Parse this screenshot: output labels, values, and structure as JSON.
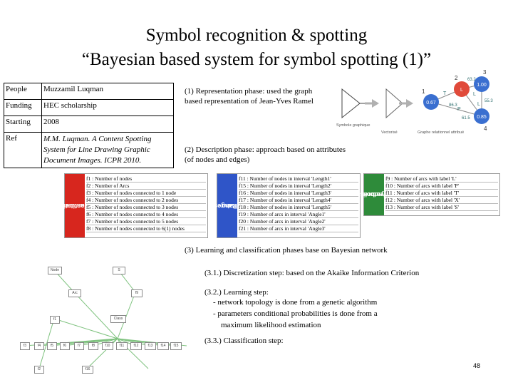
{
  "title": {
    "line1": "Symbol recognition & spotting",
    "line2": "“Bayesian based system for symbol spotting (1)”"
  },
  "info_table": [
    {
      "label": "People",
      "value": "Muzzamil Luqman"
    },
    {
      "label": "Funding",
      "value": "HEC scholarship"
    },
    {
      "label": "Starting",
      "value": "2008"
    },
    {
      "label": "Ref",
      "value": "M.M. Luqman. A Content Spotting System for Line Drawing Graphic Document Images. ICPR 2010."
    }
  ],
  "phases": {
    "representation": "(1) Representation phase: used the graph based representation of Jean-Yves Ramel",
    "description": "(2) Description phase: approach based on attributes (of nodes and edges)",
    "learning": "(3) Learning and classification phases base on Bayesian network",
    "discretization": "(3.1.) Discretization step: based on the Akaike Information Criterion",
    "learning_step": "(3.2.) Learning step:",
    "learning_bullets": [
      "- network topology is done from a genetic algorithm",
      "- parameters conditional probabilities is done from a",
      "maximum likelihood estimation"
    ],
    "classification": "(3.3.) Classification step:"
  },
  "graph_figure": {
    "captions": [
      "Symbole graphique",
      "Vectorisé",
      "Graphe relationnel attribué"
    ],
    "node_labels": [
      "1",
      "2",
      "3",
      "4"
    ],
    "node_values": [
      "0.67",
      "1.00",
      "0.85",
      "L"
    ],
    "edge_values": [
      "63.2",
      "86.3",
      "55.3",
      "61.5"
    ],
    "edge_types": [
      "T",
      "L",
      "L",
      "P"
    ]
  },
  "features": {
    "quantitative": {
      "label_line1": "Quantitative",
      "label_line2": "Features",
      "rows": [
        "f1  : Number of nodes",
        "f2  : Number of Arcs",
        "f3  : Number of nodes connected to 1 node",
        "f4  : Number of nodes connected to 2 nodes",
        "f5  : Number of nodes connected to 3 nodes",
        "f6  : Number of nodes connected to 4 nodes",
        "f7  : Number of nodes connected to 5 nodes",
        "f8  : Number of nodes connected to 6(1) nodes"
      ],
      "color": "#d7261e"
    },
    "range": {
      "label_line1": "Range",
      "label_line2": "Features",
      "rows": [
        "f11 : Number of nodes in interval 'Length1'",
        "f15 : Number of nodes in interval 'Length2'",
        "f16 : Number of nodes in interval 'Length3'",
        "f17 : Number of nodes in interval 'Length4'",
        "f18 : Number of nodes in interval 'Length5'",
        "f19 : Number of arcs in interval 'Angle1'",
        "f20 : Number of arcs in interval 'Angle2'",
        "f21 : Number of arcs in interval 'Angle3'"
      ],
      "color": "#2f55c8"
    },
    "symbolic": {
      "label_line1": "Symbolic",
      "label_line2": "Features",
      "rows": [
        "f9  : Number of arcs with label 'L'",
        "f10 : Number of arcs with label 'P'",
        "f11 : Number of arcs with label 'T'",
        "f12 : Number of arcs with label 'X'",
        "f13 : Number of arcs with label 'S'"
      ],
      "color": "#2e8b3a"
    }
  },
  "network": {
    "nodes": [
      "Node",
      "S",
      "Arc",
      "f9",
      "f1",
      "Class",
      "f3",
      "f4",
      "f5",
      "f6",
      "f7",
      "f8",
      "f10",
      "f11",
      "f12",
      "f13",
      "f14",
      "f15",
      "f2",
      "f16"
    ]
  },
  "page_number": "48",
  "colors": {
    "node_red": "#e04a3a",
    "node_blue": "#3a6fd0",
    "network_edge": "#7ec27e",
    "arrow_gray": "#b0b0b0"
  }
}
